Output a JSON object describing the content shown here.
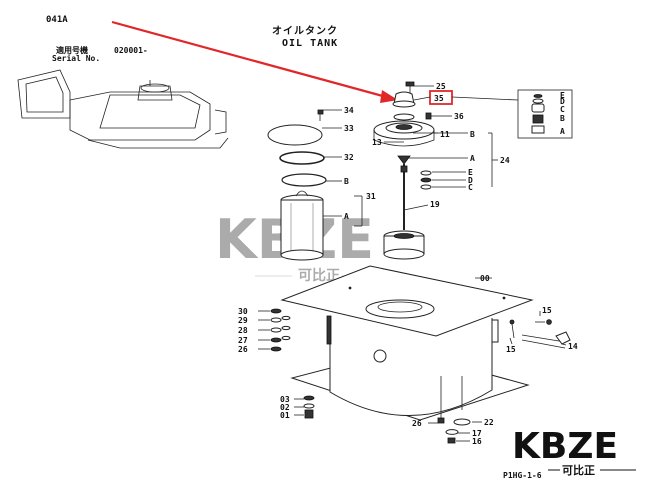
{
  "header": {
    "page_code": "041A",
    "serial_label_jp": "適用号機",
    "serial_label_en": "Serial No.",
    "serial_value": "020001-"
  },
  "title": {
    "jp": "オイルタンク",
    "en": "OIL TANK"
  },
  "footer": {
    "page_ref": "P1HG-1-6"
  },
  "watermark": {
    "logo_text": "KBZE",
    "sub_text": "可比正"
  },
  "highlight": {
    "part": "35",
    "color": "#e0282a"
  },
  "inset_labels": [
    "E",
    "D",
    "C",
    "B",
    "A"
  ],
  "parts": {
    "p25": "25",
    "p35": "35",
    "p36": "36",
    "p34": "34",
    "p33": "33",
    "p11": "11",
    "p13": "13",
    "p32": "32",
    "p31": "31",
    "p19": "19",
    "p24": "24",
    "p00": "00",
    "p30": "30",
    "p29": "29",
    "p28": "28",
    "p27": "27",
    "p26": "26",
    "p22": "22",
    "p17": "17",
    "p16": "16",
    "p15a": "15",
    "p15b": "15",
    "p14": "14",
    "p03": "03",
    "p02": "02",
    "p01": "01"
  },
  "refs": {
    "b1": "B",
    "a1": "A",
    "e1": "E",
    "d1": "D",
    "c1": "C",
    "b2": "B",
    "a2": "A"
  }
}
